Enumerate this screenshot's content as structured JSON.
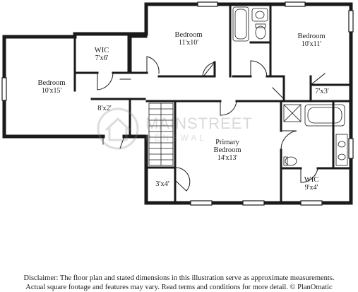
{
  "rooms": {
    "bedroom_left": {
      "name": "Bedroom",
      "dim": "10'x15'"
    },
    "wic_left": {
      "name": "WIC",
      "dim": "7'x6'"
    },
    "hall_closet": {
      "dim": "8'x2'"
    },
    "bedroom_top": {
      "name": "Bedroom",
      "dim": "11'x10'"
    },
    "bedroom_right": {
      "name": "Bedroom",
      "dim": "10'x11'"
    },
    "closet_right": {
      "dim": "7'x3'"
    },
    "primary": {
      "name_line1": "Primary",
      "name_line2": "Bedroom",
      "dim": "14'x13'"
    },
    "closet_small": {
      "dim": "3'x4'"
    },
    "wic_primary": {
      "name": "WIC",
      "dim": "9'x4'"
    }
  },
  "watermark": {
    "brand": "MAINSTREET",
    "sub": "RENEWAL"
  },
  "disclaimer": {
    "line1": "Disclaimer: The floor plan and stated dimensions in this illustration serve as approximate measurements.",
    "line2": "Actual square footage and features may vary. Read terms and conditions for more detail. © PlanOmatic"
  }
}
